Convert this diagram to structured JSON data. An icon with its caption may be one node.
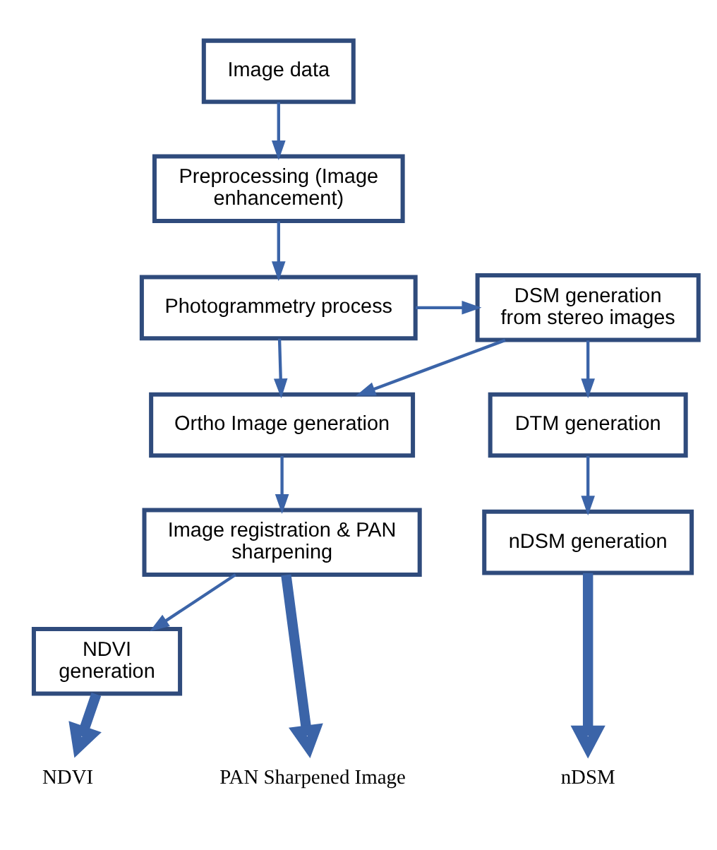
{
  "diagram": {
    "nodes": [
      {
        "text": [
          "Image data"
        ]
      },
      {
        "text": [
          "Preprocessing (Image enhancement)"
        ]
      },
      {
        "text": [
          "Photogrammetry process"
        ]
      },
      {
        "text": [
          "DSM generation from stereo images"
        ]
      },
      {
        "text": [
          "Ortho Image generation"
        ]
      },
      {
        "text": [
          "Image registration & PAN sharpening"
        ]
      },
      {
        "text": [
          "DTM generation"
        ]
      },
      {
        "text": [
          "nDSM generation"
        ]
      },
      {
        "text": [
          "NDVI generation"
        ]
      },
      {
        "text": [
          "nDSM"
        ]
      },
      {
        "text": [
          "PAN Sharpened Image"
        ]
      },
      {
        "text": [
          "NDVI"
        ]
      }
    ],
    "edges": [
      {
        "from": 0,
        "to": 1,
        "arrow": "to"
      },
      {
        "from": 1,
        "to": 2,
        "arrow": "to"
      },
      {
        "from": 2,
        "to": 3,
        "arrow": "to"
      },
      {
        "from": 2,
        "to": 4,
        "arrow": "to"
      },
      {
        "from": 3,
        "to": 4,
        "arrow": "to"
      },
      {
        "from": 4,
        "to": 5,
        "arrow": "to"
      },
      {
        "from": 3,
        "to": 6,
        "arrow": "to"
      },
      {
        "from": 6,
        "to": 7,
        "arrow": "to"
      },
      {
        "from": 5,
        "to": 8,
        "arrow": "to"
      },
      {
        "from": 7,
        "to": 9,
        "arrow": "to",
        "style": "thick"
      },
      {
        "from": 5,
        "to": 10,
        "arrow": "to",
        "style": "thick"
      },
      {
        "from": 8,
        "to": 11,
        "arrow": "to",
        "style": "thick"
      }
    ]
  }
}
